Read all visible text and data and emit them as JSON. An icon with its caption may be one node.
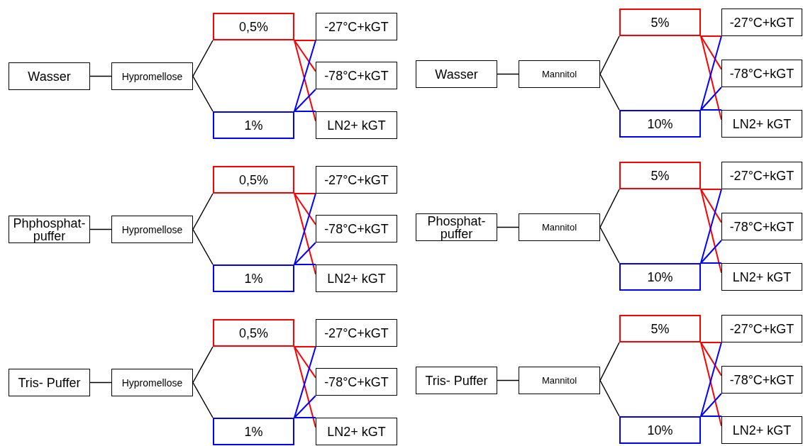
{
  "diagram": {
    "nodes": [
      {
        "text": [
          "Wasser"
        ]
      },
      {
        "text": [
          "Hypromellose"
        ]
      },
      {
        "text": [
          "0,5%"
        ]
      },
      {
        "text": [
          "1%"
        ]
      },
      {
        "text": [
          "-27°C+kGT"
        ]
      },
      {
        "text": [
          "-78°C+kGT"
        ]
      },
      {
        "text": [
          "LN2+ kGT"
        ]
      },
      {
        "text": [
          "Phphosphat- puffer"
        ]
      },
      {
        "text": [
          "Hypromellose"
        ]
      },
      {
        "text": [
          "0,5%"
        ]
      },
      {
        "text": [
          "1%"
        ]
      },
      {
        "text": [
          "-27°C+kGT"
        ]
      },
      {
        "text": [
          "-78°C+kGT"
        ]
      },
      {
        "text": [
          "LN2+ kGT"
        ]
      },
      {
        "text": [
          "Tris- Puffer"
        ]
      },
      {
        "text": [
          "Hypromellose"
        ]
      },
      {
        "text": [
          "0,5%"
        ]
      },
      {
        "text": [
          "1%"
        ]
      },
      {
        "text": [
          "-27°C+kGT"
        ]
      },
      {
        "text": [
          "-78°C+kGT"
        ]
      },
      {
        "text": [
          "LN2+ kGT"
        ]
      },
      {
        "text": [
          "Wasser"
        ]
      },
      {
        "text": [
          "Mannitol"
        ]
      },
      {
        "text": [
          "5%"
        ]
      },
      {
        "text": [
          "10%"
        ]
      },
      {
        "text": [
          "-27°C+kGT"
        ]
      },
      {
        "text": [
          "-78°C+kGT"
        ]
      },
      {
        "text": [
          "LN2+ kGT"
        ]
      },
      {
        "text": [
          "Phosphat- puffer"
        ]
      },
      {
        "text": [
          "Mannitol"
        ]
      },
      {
        "text": [
          "5%"
        ]
      },
      {
        "text": [
          "10%"
        ]
      },
      {
        "text": [
          "-27°C+kGT"
        ]
      },
      {
        "text": [
          "-78°C+kGT"
        ]
      },
      {
        "text": [
          "LN2+ kGT"
        ]
      },
      {
        "text": [
          "Tris- Puffer"
        ]
      },
      {
        "text": [
          "Mannitol"
        ]
      },
      {
        "text": [
          "5%"
        ]
      },
      {
        "text": [
          "10%"
        ]
      },
      {
        "text": [
          "-27°C+kGT"
        ]
      },
      {
        "text": [
          "-78°C+kGT"
        ]
      },
      {
        "text": [
          "LN2+ kGT"
        ]
      }
    ],
    "edges": [
      {
        "from": 0,
        "to": 1,
        "arrow": "none"
      },
      {
        "from": 1,
        "to": 2,
        "arrow": "none"
      },
      {
        "from": 1,
        "to": 3,
        "arrow": "none"
      },
      {
        "from": 2,
        "to": 4,
        "arrow": "none",
        "color": "#ff0000"
      },
      {
        "from": 2,
        "to": 5,
        "arrow": "none",
        "color": "#ff0000"
      },
      {
        "from": 2,
        "to": 6,
        "arrow": "none",
        "color": "#ff0000"
      },
      {
        "from": 3,
        "to": 4,
        "arrow": "none",
        "color": "#0000ff"
      },
      {
        "from": 3,
        "to": 5,
        "arrow": "none",
        "color": "#0000ff"
      },
      {
        "from": 3,
        "to": 6,
        "arrow": "none",
        "color": "#0000ff"
      },
      {
        "from": 7,
        "to": 8,
        "arrow": "none"
      },
      {
        "from": 8,
        "to": 9,
        "arrow": "none"
      },
      {
        "from": 8,
        "to": 10,
        "arrow": "none"
      },
      {
        "from": 9,
        "to": 11,
        "arrow": "none",
        "color": "#ff0000"
      },
      {
        "from": 9,
        "to": 12,
        "arrow": "none",
        "color": "#ff0000"
      },
      {
        "from": 9,
        "to": 13,
        "arrow": "none",
        "color": "#ff0000"
      },
      {
        "from": 10,
        "to": 11,
        "arrow": "none",
        "color": "#0000ff"
      },
      {
        "from": 10,
        "to": 12,
        "arrow": "none",
        "color": "#0000ff"
      },
      {
        "from": 10,
        "to": 13,
        "arrow": "none",
        "color": "#0000ff"
      },
      {
        "from": 14,
        "to": 15,
        "arrow": "none"
      },
      {
        "from": 15,
        "to": 16,
        "arrow": "none"
      },
      {
        "from": 15,
        "to": 17,
        "arrow": "none"
      },
      {
        "from": 16,
        "to": 18,
        "arrow": "none",
        "color": "#ff0000"
      },
      {
        "from": 16,
        "to": 19,
        "arrow": "none",
        "color": "#ff0000"
      },
      {
        "from": 16,
        "to": 20,
        "arrow": "none",
        "color": "#ff0000"
      },
      {
        "from": 17,
        "to": 18,
        "arrow": "none",
        "color": "#0000ff"
      },
      {
        "from": 17,
        "to": 19,
        "arrow": "none",
        "color": "#0000ff"
      },
      {
        "from": 17,
        "to": 20,
        "arrow": "none",
        "color": "#0000ff"
      },
      {
        "from": 21,
        "to": 22,
        "arrow": "none"
      },
      {
        "from": 22,
        "to": 23,
        "arrow": "none"
      },
      {
        "from": 22,
        "to": 24,
        "arrow": "none"
      },
      {
        "from": 23,
        "to": 25,
        "arrow": "none",
        "color": "#ff0000"
      },
      {
        "from": 23,
        "to": 26,
        "arrow": "none",
        "color": "#ff0000"
      },
      {
        "from": 23,
        "to": 27,
        "arrow": "none",
        "color": "#ff0000"
      },
      {
        "from": 24,
        "to": 25,
        "arrow": "none",
        "color": "#0000ff"
      },
      {
        "from": 24,
        "to": 26,
        "arrow": "none",
        "color": "#0000ff"
      },
      {
        "from": 24,
        "to": 27,
        "arrow": "none",
        "color": "#0000ff"
      },
      {
        "from": 28,
        "to": 29,
        "arrow": "none"
      },
      {
        "from": 29,
        "to": 30,
        "arrow": "none"
      },
      {
        "from": 29,
        "to": 31,
        "arrow": "none"
      },
      {
        "from": 30,
        "to": 32,
        "arrow": "none",
        "color": "#ff0000"
      },
      {
        "from": 30,
        "to": 33,
        "arrow": "none",
        "color": "#ff0000"
      },
      {
        "from": 30,
        "to": 34,
        "arrow": "none",
        "color": "#ff0000"
      },
      {
        "from": 31,
        "to": 32,
        "arrow": "none",
        "color": "#0000ff"
      },
      {
        "from": 31,
        "to": 33,
        "arrow": "none",
        "color": "#0000ff"
      },
      {
        "from": 31,
        "to": 34,
        "arrow": "none",
        "color": "#0000ff"
      },
      {
        "from": 35,
        "to": 36,
        "arrow": "none"
      },
      {
        "from": 36,
        "to": 37,
        "arrow": "none"
      },
      {
        "from": 36,
        "to": 38,
        "arrow": "none"
      },
      {
        "from": 37,
        "to": 39,
        "arrow": "none",
        "color": "#ff0000"
      },
      {
        "from": 37,
        "to": 40,
        "arrow": "none",
        "color": "#ff0000"
      },
      {
        "from": 37,
        "to": 41,
        "arrow": "none",
        "color": "#ff0000"
      },
      {
        "from": 38,
        "to": 39,
        "arrow": "none",
        "color": "#0000ff"
      },
      {
        "from": 38,
        "to": 40,
        "arrow": "none",
        "color": "#0000ff"
      },
      {
        "from": 38,
        "to": 41,
        "arrow": "none",
        "color": "#0000ff"
      }
    ]
  }
}
